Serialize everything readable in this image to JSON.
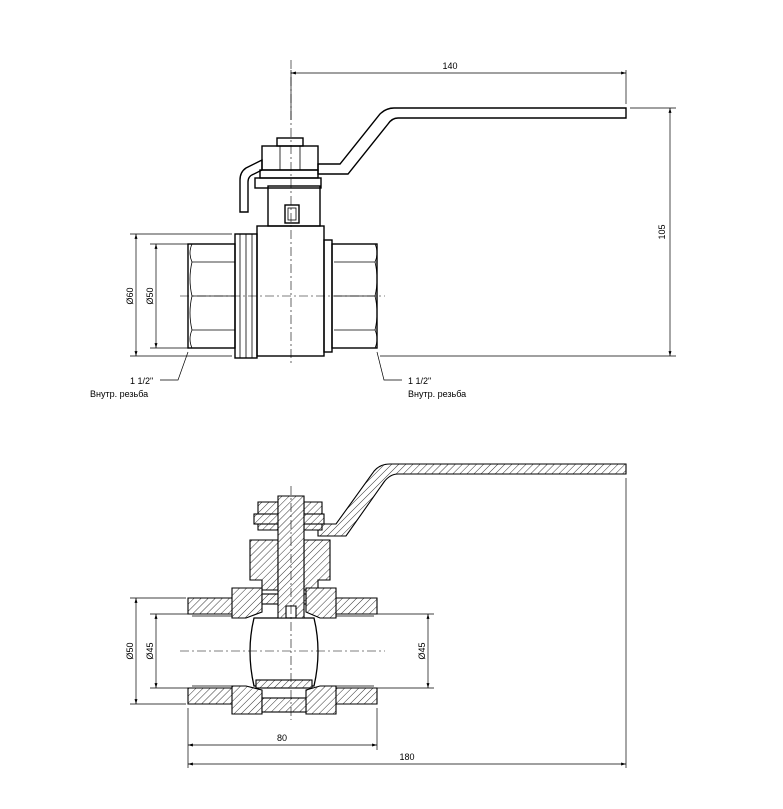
{
  "top_view": {
    "dim_width": "140",
    "dim_height": "105",
    "dim_outer_dia": "Ø60",
    "dim_inner_dia": "Ø50",
    "left_thread": {
      "size": "1 1/2\"",
      "note": "Внутр. резьба"
    },
    "right_thread": {
      "size": "1 1/2\"",
      "note": "Внутр. резьба"
    }
  },
  "section_view": {
    "dim_left_dia": "Ø50",
    "dim_left_bore": "Ø45",
    "dim_right_bore": "Ø45",
    "dim_half_length": "80",
    "dim_total_length": "180"
  }
}
